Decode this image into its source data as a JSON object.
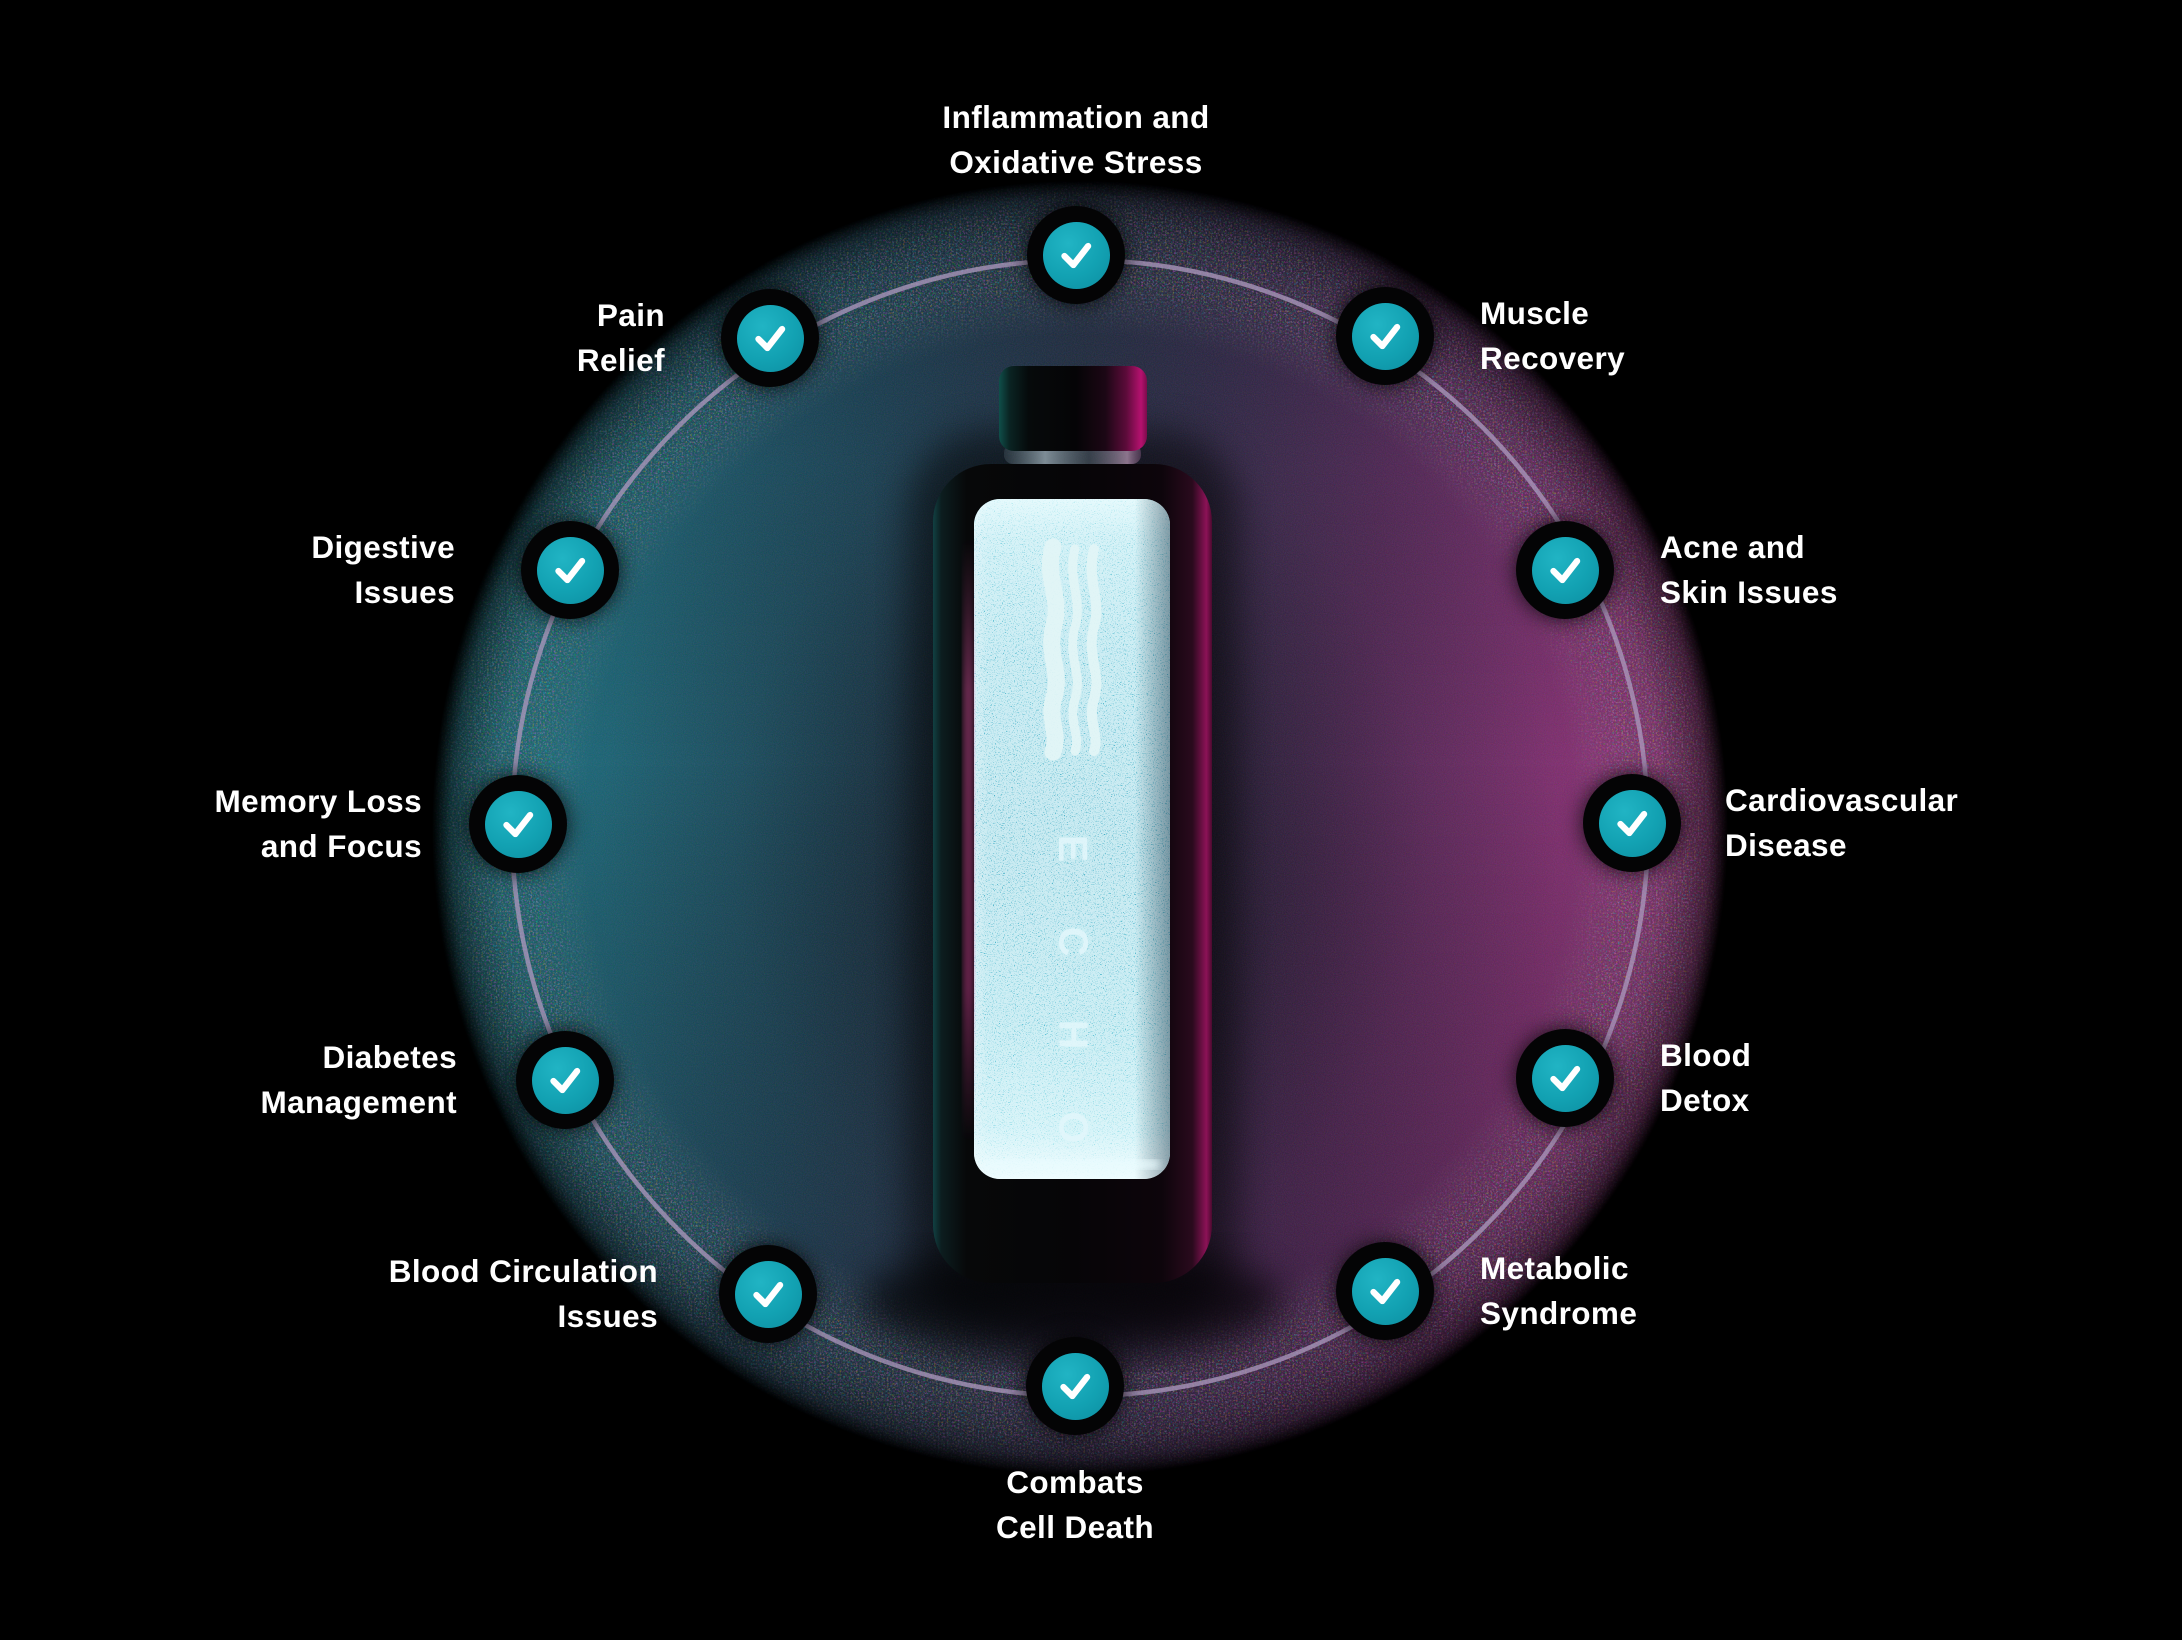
{
  "product": {
    "brand_letters": [
      "E",
      "C",
      "H",
      "O"
    ],
    "logo_icon": "wave-logo"
  },
  "badge": {
    "icon": "checkmark",
    "fill_color": "#12A1B2",
    "ring_color": "#040405",
    "check_color": "#FFFFFF"
  },
  "colors": {
    "background": "#000000",
    "disc_teal": "#1A6375",
    "disc_magenta": "#8F3579",
    "orbit_ring": "#AB97BD",
    "liquid_teal": "#2FA3BD",
    "label_text": "#FFFFFF"
  },
  "benefits": [
    {
      "id": "inflammation-and-oxidative-stress",
      "line1": "Inflammation and",
      "line2": "Oxidative Stress"
    },
    {
      "id": "pain-relief",
      "line1": "Pain",
      "line2": "Relief"
    },
    {
      "id": "muscle-recovery",
      "line1": "Muscle",
      "line2": "Recovery"
    },
    {
      "id": "digestive-issues",
      "line1": "Digestive",
      "line2": "Issues"
    },
    {
      "id": "acne-and-skin-issues",
      "line1": "Acne and",
      "line2": "Skin Issues"
    },
    {
      "id": "memory-loss-and-focus",
      "line1": "Memory Loss",
      "line2": "and Focus"
    },
    {
      "id": "cardiovascular-disease",
      "line1": "Cardiovascular",
      "line2": "Disease"
    },
    {
      "id": "diabetes-management",
      "line1": "Diabetes",
      "line2": "Management"
    },
    {
      "id": "blood-detox",
      "line1": "Blood",
      "line2": "Detox"
    },
    {
      "id": "blood-circulation-issues",
      "line1": "Blood Circulation",
      "line2": "Issues"
    },
    {
      "id": "metabolic-syndrome",
      "line1": "Metabolic",
      "line2": "Syndrome"
    },
    {
      "id": "combats-cell-death",
      "line1": "Combats",
      "line2": "Cell Death"
    }
  ]
}
